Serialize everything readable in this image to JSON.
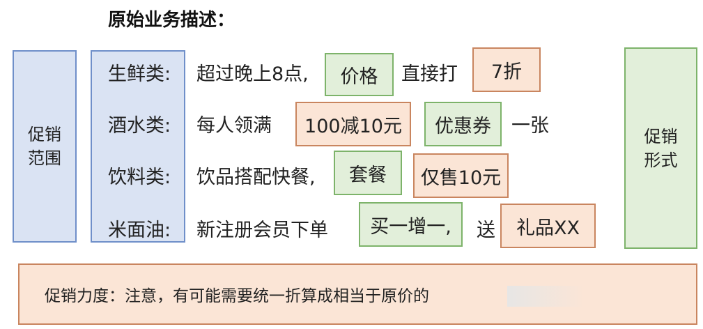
{
  "title": "原始业务描述：",
  "scope_label": [
    "促销",
    "范围"
  ],
  "form_label": [
    "促销",
    "形式"
  ],
  "categories": [
    "生鲜类:",
    "酒水类:",
    "饮料类:",
    "米面油:"
  ],
  "rows": [
    {
      "text1": "超过晚上8点,",
      "tag1": "价格",
      "text2": "直接打",
      "tag2": "7折"
    },
    {
      "text1": "每人领满",
      "tag1": "100减10元",
      "tag2": "优惠券",
      "text2": "一张"
    },
    {
      "text1": "饮品搭配快餐,",
      "tag1": "套餐",
      "tag2": "仅售10元"
    },
    {
      "text1": "新注册会员下单",
      "tag1": "买一增一,",
      "text2": "送",
      "tag2": "礼品XX"
    }
  ],
  "bottom_note": "促销力度：注意，有可能需要统一折算成相当于原价的",
  "colors": {
    "blue_fill": "#dae3f3",
    "green_fill": "#e2efda",
    "peach_fill": "#fbe5d6"
  }
}
